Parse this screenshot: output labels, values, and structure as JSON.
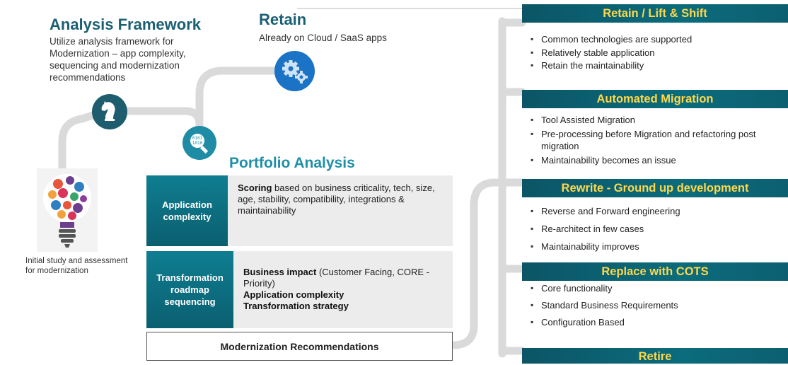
{
  "analysis_framework": {
    "title": "Analysis Framework",
    "description": "Utilize analysis framework for Modernization – app complexity, sequencing and modernization recommendations"
  },
  "retain": {
    "title": "Retain",
    "description": "Already on Cloud / SaaS apps"
  },
  "initial_study": {
    "caption": "Initial study and assessment for modernization"
  },
  "portfolio_analysis": {
    "title": "Portfolio Analysis",
    "rows": [
      {
        "label": "Application complexity",
        "bold": "Scoring",
        "text": " based on business criticality, tech, size, age, stability, compatibility, integrations & maintainability"
      },
      {
        "label": "Transformation roadmap sequencing",
        "bold": "Business impact",
        "text": " (Customer Facing, CORE - Priority)",
        "extra": [
          "Application complexity",
          "Transformation strategy"
        ]
      }
    ],
    "recommendations": "Modernization Recommendations"
  },
  "options": [
    {
      "title": "Retain / Lift & Shift",
      "items": [
        "Common technologies are supported",
        "Relatively stable application",
        "Retain the maintainability"
      ]
    },
    {
      "title": "Automated Migration",
      "items": [
        "Tool Assisted Migration",
        "Pre-processing before Migration and refactoring post migration",
        "Maintainability becomes an issue"
      ]
    },
    {
      "title": "Rewrite - Ground up development",
      "items": [
        "Reverse and Forward engineering",
        "Re-architect in few cases",
        "Maintainability improves"
      ]
    },
    {
      "title": "Replace with COTS",
      "items": [
        "Core functionality",
        "Standard Business Requirements",
        "Configuration Based"
      ]
    },
    {
      "title": "Retire",
      "items": []
    }
  ],
  "icons": {
    "framework": "chess-knight-icon",
    "retain": "gears-icon",
    "portfolio": "binary-magnifier-icon",
    "initial": "idea-bulb-icon"
  },
  "colors": {
    "primary_teal": "#1b5f73",
    "accent_teal": "#1f8fa8",
    "header_text": "#ffd84a",
    "retain_blue": "#1a73c4",
    "path_gray": "#dadada"
  }
}
